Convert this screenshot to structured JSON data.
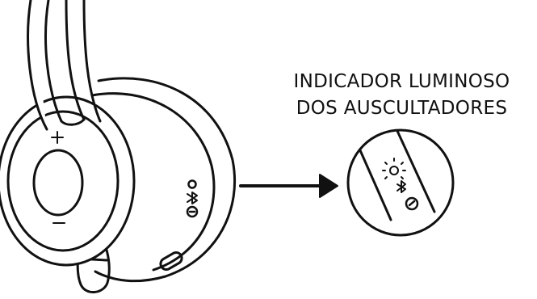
{
  "callout": {
    "line1": "INDICADOR LUMINOSO",
    "line2": "DOS AUSCULTADORES"
  },
  "earcup_controls": {
    "volume_up": "+",
    "volume_down": "−"
  },
  "colors": {
    "stroke": "#111111",
    "background": "#ffffff"
  },
  "icons": [
    "headset-illustration",
    "volume-up-icon",
    "volume-down-icon",
    "bluetooth-icon",
    "power-button-icon",
    "status-light-icon",
    "arrow-icon"
  ]
}
